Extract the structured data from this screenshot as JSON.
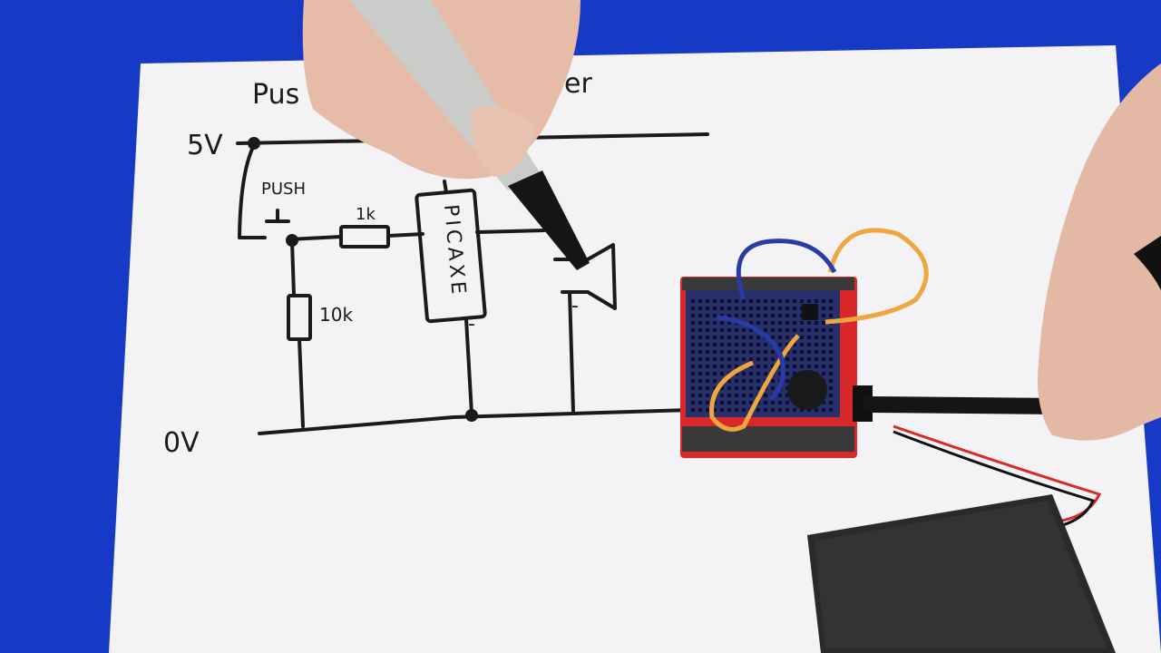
{
  "scene": {
    "title_text": "Pus",
    "title_text_end": "er",
    "labels": {
      "v5": "5V",
      "v0": "0V",
      "push": "PUSH",
      "r1": "1k",
      "r2": "10k",
      "chip": "PICAXE",
      "minus1": "-",
      "minus2": "-"
    },
    "colors": {
      "background": "#1a3fd0",
      "paper": "#f3f3f6",
      "ink": "#1a1a1a",
      "board_red": "#d9282a",
      "breadboard_blue": "#27306a",
      "wire_orange": "#f0a640",
      "wire_blue": "#2a3aa8",
      "battery_black": "#2a2a2c"
    }
  }
}
